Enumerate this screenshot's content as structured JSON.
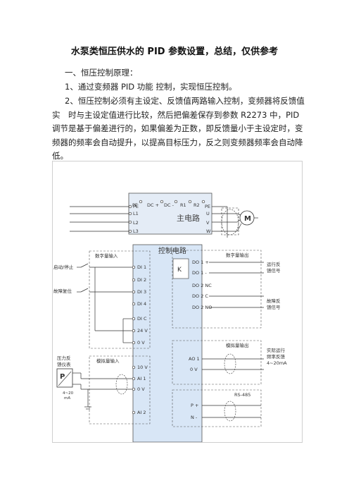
{
  "doc": {
    "title": "水泵类恒压供水的 PID 参数设置，总结，仅供参考",
    "section1": "一、恒压控制原理：",
    "item1": "1、通过变频器 PID 功能 控制，实现恒压控制。",
    "item2": "2、恒压控制必须有主设定、反馈值两路输入控制，变频器将反馈值实　时与主设定值进行比较，然后把偏差保存到参数 R2273 中，PID 调节是基于偏差进行的，如果偏差为正数，即反馈量小于主设定时，变频器的频率会自动提升，以提高目标压力，反之则变频器频率会自动降低。"
  },
  "diagram": {
    "main_circuit": "主电路",
    "control_circuit": "控制电路",
    "top_terminals": [
      "PE",
      "DC +",
      "DC -",
      "R1",
      "R2"
    ],
    "input_terminals": [
      "PE",
      "L1",
      "L2",
      "L3"
    ],
    "output_terminals": [
      "PE",
      "U",
      "V",
      "W"
    ],
    "motor": "M",
    "digital_input_label": "数字量输入",
    "digital_inputs": [
      "DI 1",
      "DI 2",
      "DI 3",
      "DI 4",
      "DI C",
      "24 V",
      "0 V"
    ],
    "start_stop": "启动/停止",
    "fault_reset": "故障复位",
    "digital_output_label": "数字量输出",
    "digital_outputs": [
      "DO 1 +",
      "DO 1 -",
      "DO 2 NC",
      "DO 2 C",
      "DO 2 NO"
    ],
    "running_feedback": [
      "运行反",
      "馈信号"
    ],
    "fault_feedback": [
      "故障反",
      "馈信号"
    ],
    "analog_input_label": "模拟量输入",
    "analog_inputs": [
      "10 V",
      "AI 1",
      "0 V",
      "AI 2"
    ],
    "pressure_meter": [
      "压力反",
      "馈仪表"
    ],
    "meter_symbol": "P",
    "meter_signal": [
      "4~20",
      "mA"
    ],
    "analog_output_label": "模拟量输出",
    "analog_outputs": [
      "AO 1",
      "0 V"
    ],
    "actual_freq": [
      "实际运行",
      "频率反馈",
      "4~20mA"
    ],
    "rs485": "RS-485",
    "comm_terminals": [
      "P +",
      "N -"
    ],
    "opto_symbol": "K"
  },
  "colors": {
    "control_fill": "#d8e6f6",
    "main_fill": "#e4ecf6",
    "line": "#333333"
  }
}
